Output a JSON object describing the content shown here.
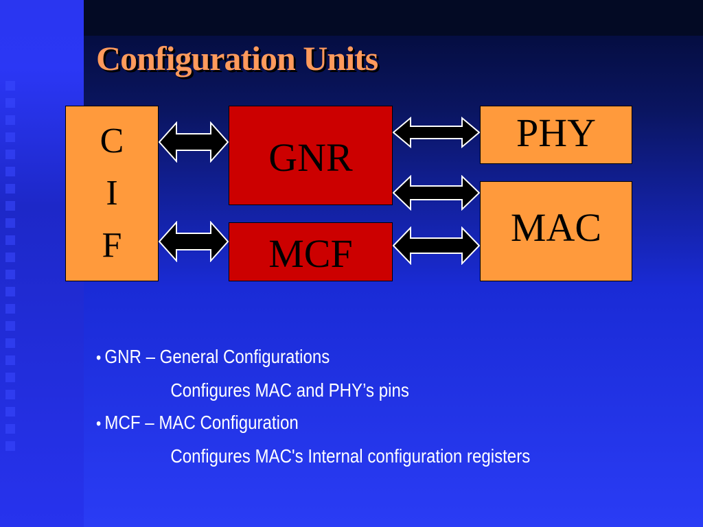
{
  "slide": {
    "title": "Configuration Units"
  },
  "diagram": {
    "cif": {
      "letters": [
        "C",
        "I",
        "F"
      ]
    },
    "gnr": {
      "label": "GNR"
    },
    "mcf": {
      "label": "MCF"
    },
    "phy": {
      "label": "PHY"
    },
    "mac": {
      "label": "MAC"
    },
    "colors": {
      "orange_box": "#ff9a3c",
      "red_box": "#cc0000",
      "title": "#ff9a5c",
      "text": "#ffffff"
    }
  },
  "bullets": [
    {
      "bullet": "•",
      "text": "GNR – General Configurations",
      "detail": "Configures MAC and PHY’s pins"
    },
    {
      "bullet": "•",
      "text": "MCF – MAC Configuration",
      "detail": "Configures MAC's Internal configuration registers"
    }
  ]
}
